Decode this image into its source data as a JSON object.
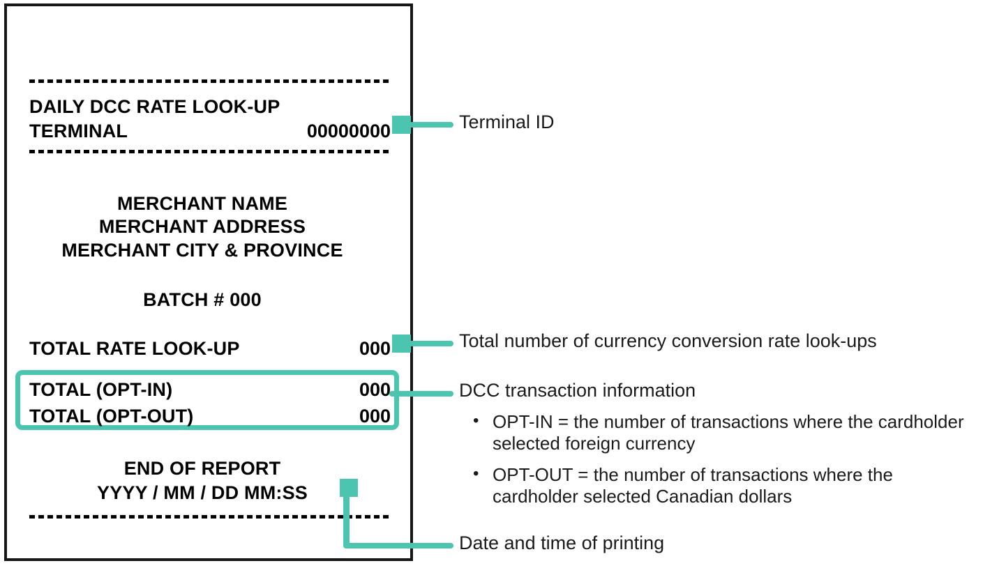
{
  "colors": {
    "accent": "#4cc5b0",
    "receipt_border": "#161616",
    "text": "#000000",
    "annotation_text": "#1a1a1a"
  },
  "receipt": {
    "title": "DAILY DCC RATE LOOK-UP",
    "terminal_label": "TERMINAL",
    "terminal_value": "00000000",
    "merchant_name": "MERCHANT NAME",
    "merchant_address": "MERCHANT ADDRESS",
    "merchant_city_province": "MERCHANT CITY & PROVINCE",
    "batch_line": "BATCH #  000",
    "total_rate_lookup_label": "TOTAL RATE LOOK-UP",
    "total_rate_lookup_value": "000",
    "total_opt_in_label": "TOTAL (OPT-IN)",
    "total_opt_in_value": "000",
    "total_opt_out_label": "TOTAL (OPT-OUT)",
    "total_opt_out_value": "000",
    "end_of_report": "END OF REPORT",
    "print_datetime": "YYYY / MM / DD  MM:SS"
  },
  "annotations": {
    "terminal_id": "Terminal ID",
    "total_lookups": "Total number of currency conversion rate look-ups",
    "dcc_transaction_info": "DCC transaction information",
    "bullets": [
      {
        "marker": "•",
        "text": "OPT-IN = the number of transactions where the cardholder selected foreign currency"
      },
      {
        "marker": "•",
        "text": "OPT-OUT = the number of transactions where the cardholder selected Canadian dollars"
      }
    ],
    "date_time_printing": "Date and time of printing"
  }
}
